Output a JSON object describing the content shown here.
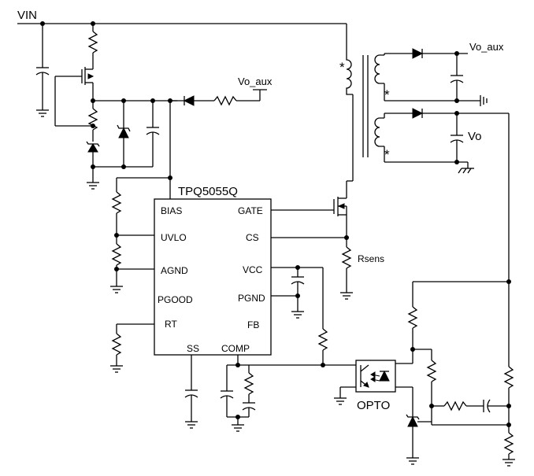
{
  "labels": {
    "vin": "VIN",
    "vo_aux_top": "Vo_aux",
    "vo_aux_left": "Vo_aux",
    "vo": "Vo",
    "ic_name": "TPQ5055Q",
    "rsens": "Rsens",
    "opto": "OPTO",
    "star": "*"
  },
  "pins": {
    "bias": "BIAS",
    "uvlo": "UVLO",
    "agnd": "AGND",
    "pgood": "PGOOD",
    "rt": "RT",
    "ss": "SS",
    "comp": "COMP",
    "gate": "GATE",
    "cs": "CS",
    "vcc": "VCC",
    "pgnd": "PGND",
    "fb": "FB"
  }
}
